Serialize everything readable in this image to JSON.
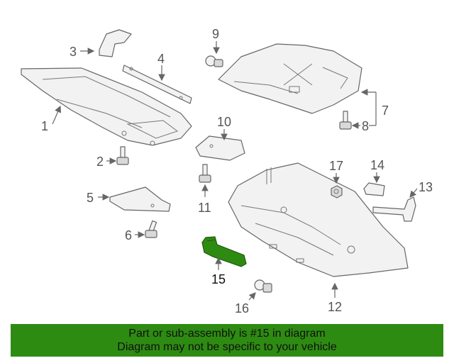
{
  "diagram": {
    "callouts": [
      "1",
      "2",
      "3",
      "4",
      "5",
      "6",
      "7",
      "8",
      "9",
      "10",
      "11",
      "12",
      "13",
      "14",
      "15",
      "16",
      "17"
    ],
    "highlight_color": "#2e8b12"
  },
  "banner": {
    "line1": "Part or sub-assembly is #15 in diagram",
    "line2": "Diagram may not be specific to your vehicle"
  }
}
